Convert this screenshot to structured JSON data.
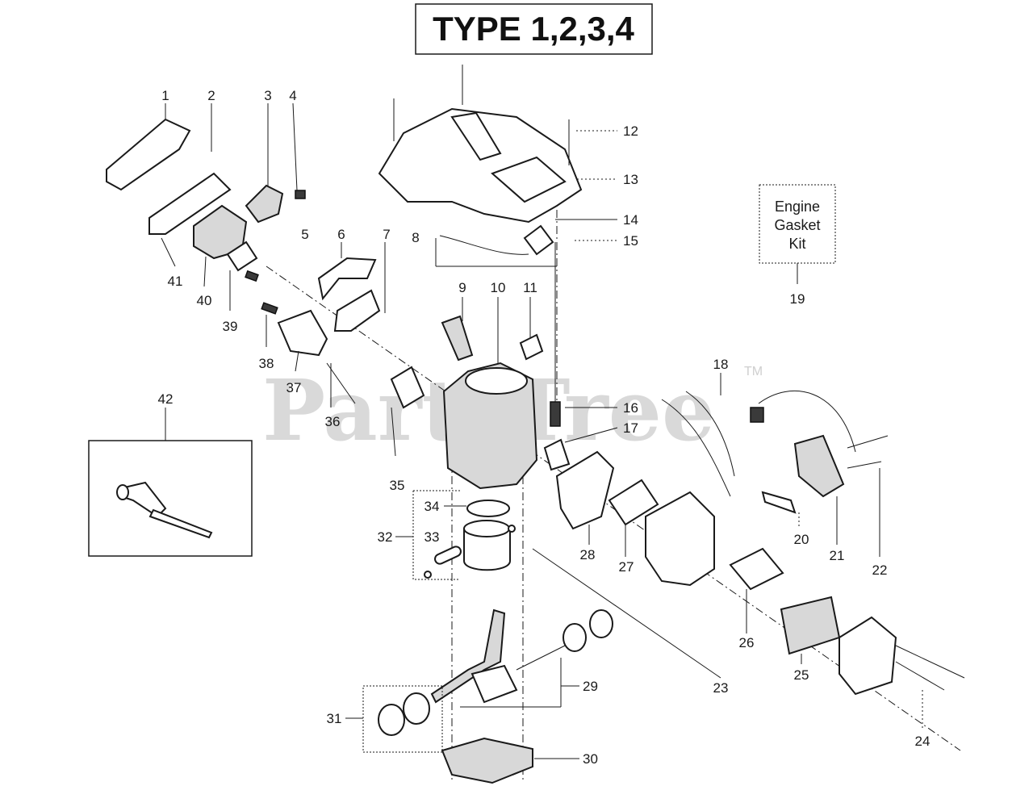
{
  "diagram": {
    "title": "TYPE 1,2,3,4",
    "watermark": "PartsTree",
    "watermark_tm": "TM",
    "gasket_kit_lines": [
      "Engine",
      "Gasket",
      "Kit"
    ],
    "callouts": [
      "1",
      "2",
      "3",
      "4",
      "5",
      "6",
      "7",
      "8",
      "9",
      "10",
      "11",
      "12",
      "13",
      "14",
      "15",
      "16",
      "17",
      "18",
      "19",
      "20",
      "21",
      "22",
      "23",
      "24",
      "25",
      "26",
      "27",
      "28",
      "29",
      "30",
      "31",
      "32",
      "33",
      "34",
      "35",
      "36",
      "37",
      "38",
      "39",
      "40",
      "41",
      "42"
    ]
  }
}
